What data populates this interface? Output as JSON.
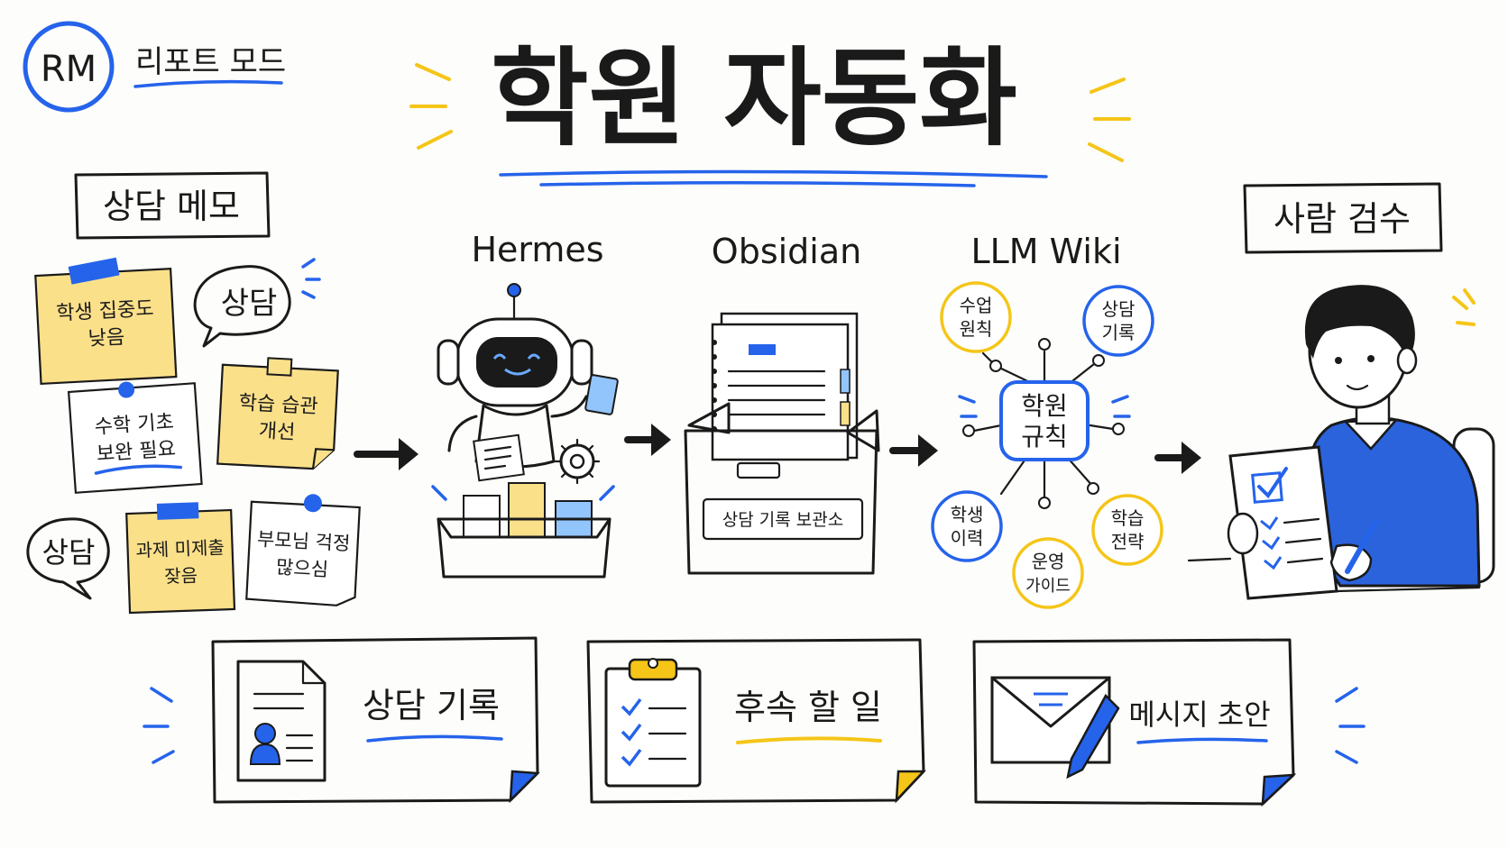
{
  "colors": {
    "ink": "#1a1a1a",
    "accent_blue": "#2563eb",
    "accent_yellow": "#f5c518",
    "sticky_yellow": "#fbe08a",
    "sticky_note_paper": "#ffffff",
    "page": "#fdfdfb"
  },
  "brand": {
    "badge": "RM",
    "mode_label": "리포트 모드"
  },
  "title": "학원 자동화",
  "sections": {
    "left_heading": "상담 메모",
    "right_heading": "사람 검수"
  },
  "notes": [
    {
      "text_lines": [
        "학생 집중도",
        "낮음"
      ],
      "style": "yellow"
    },
    {
      "text_lines": [
        "상담"
      ],
      "style": "bubble"
    },
    {
      "text_lines": [
        "수학 기초",
        "보완 필요"
      ],
      "style": "white"
    },
    {
      "text_lines": [
        "학습 습관",
        "개선"
      ],
      "style": "yellow"
    },
    {
      "text_lines": [
        "상담"
      ],
      "style": "bubble"
    },
    {
      "text_lines": [
        "과제 미제출",
        "잦음"
      ],
      "style": "yellow"
    },
    {
      "text_lines": [
        "부모님 걱정",
        "많으심"
      ],
      "style": "white"
    }
  ],
  "pipeline": {
    "hermes_label": "Hermes",
    "obsidian_label": "Obsidian",
    "archive_box_label": "상담 기록 보관소",
    "llm_wiki_label": "LLM Wiki"
  },
  "wiki": {
    "center_lines": [
      "학원",
      "규칙"
    ],
    "nodes": [
      {
        "lines": [
          "수업",
          "원칙"
        ],
        "color": "yellow"
      },
      {
        "lines": [
          "상담",
          "기록"
        ],
        "color": "blue"
      },
      {
        "lines": [
          "학생",
          "이력"
        ],
        "color": "blue"
      },
      {
        "lines": [
          "운영",
          "가이드"
        ],
        "color": "yellow"
      },
      {
        "lines": [
          "학습",
          "전략"
        ],
        "color": "yellow"
      }
    ]
  },
  "outputs": [
    {
      "label": "상담 기록",
      "icon": "profile-document-icon",
      "underline": "blue"
    },
    {
      "label": "후속 할 일",
      "icon": "clipboard-checklist-icon",
      "underline": "yellow"
    },
    {
      "label": "메시지 초안",
      "icon": "envelope-pen-icon",
      "underline": "blue"
    }
  ]
}
